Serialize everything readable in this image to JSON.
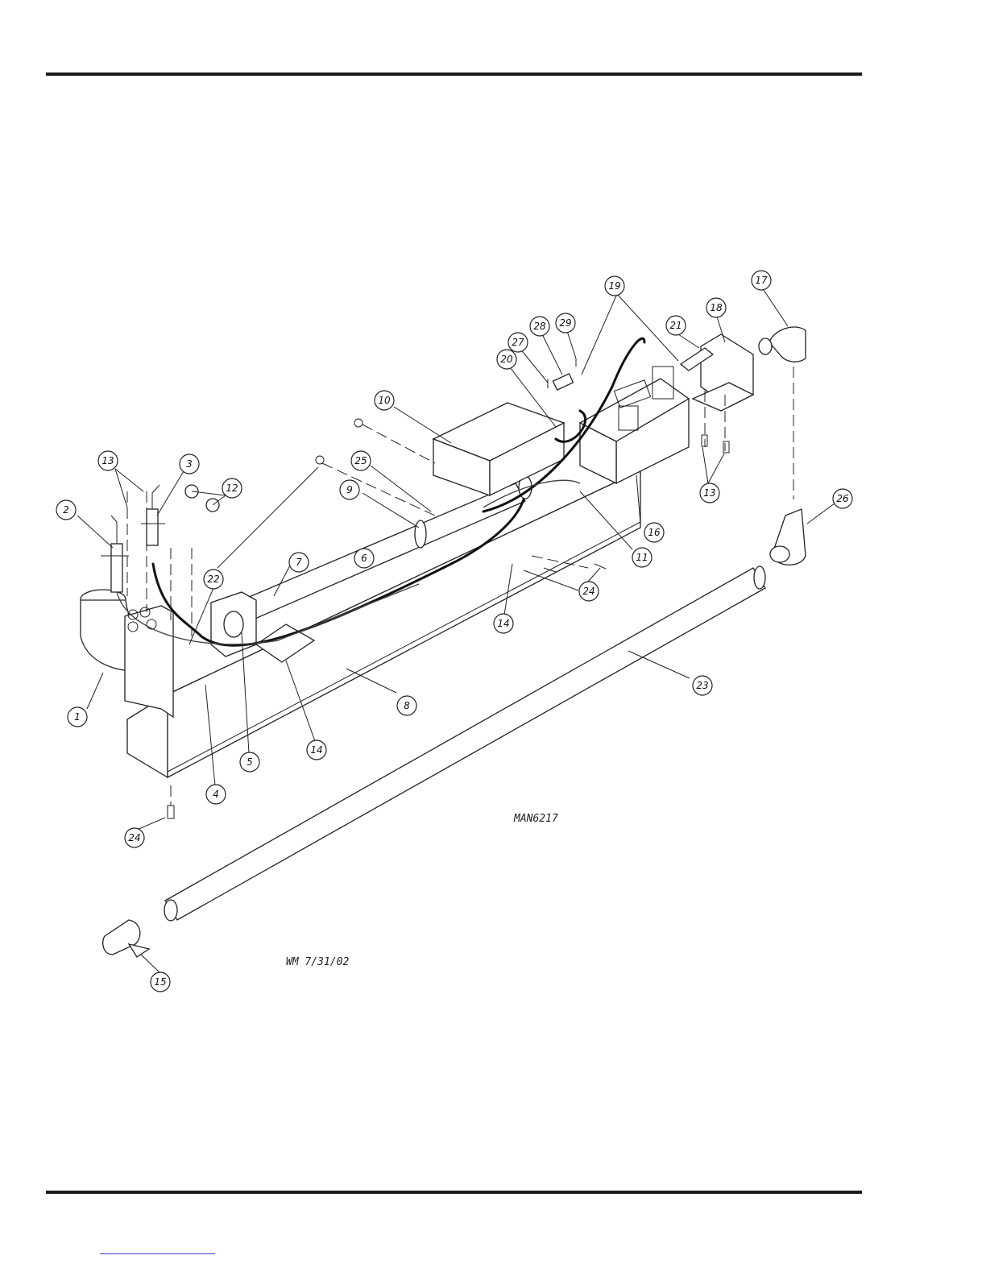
{
  "drawing_code": "MAN6217",
  "revision_note": "WM 7/31/02",
  "callouts": [
    {
      "id": "c1",
      "label": "1"
    },
    {
      "id": "c2",
      "label": "2"
    },
    {
      "id": "c3",
      "label": "3"
    },
    {
      "id": "c4",
      "label": "4"
    },
    {
      "id": "c5",
      "label": "5"
    },
    {
      "id": "c6",
      "label": "6"
    },
    {
      "id": "c7",
      "label": "7"
    },
    {
      "id": "c8",
      "label": "8"
    },
    {
      "id": "c9",
      "label": "9"
    },
    {
      "id": "c10",
      "label": "10"
    },
    {
      "id": "c11",
      "label": "11"
    },
    {
      "id": "c12",
      "label": "12"
    },
    {
      "id": "c13a",
      "label": "13"
    },
    {
      "id": "c13b",
      "label": "13"
    },
    {
      "id": "c14a",
      "label": "14"
    },
    {
      "id": "c14b",
      "label": "14"
    },
    {
      "id": "c15",
      "label": "15"
    },
    {
      "id": "c16",
      "label": "16"
    },
    {
      "id": "c17",
      "label": "17"
    },
    {
      "id": "c18",
      "label": "18"
    },
    {
      "id": "c19",
      "label": "19"
    },
    {
      "id": "c20",
      "label": "20"
    },
    {
      "id": "c21",
      "label": "21"
    },
    {
      "id": "c22",
      "label": "22"
    },
    {
      "id": "c23",
      "label": "23"
    },
    {
      "id": "c24a",
      "label": "24"
    },
    {
      "id": "c24b",
      "label": "24"
    },
    {
      "id": "c25",
      "label": "25"
    },
    {
      "id": "c26",
      "label": "26"
    },
    {
      "id": "c27",
      "label": "27"
    },
    {
      "id": "c28",
      "label": "28"
    },
    {
      "id": "c29",
      "label": "29"
    }
  ]
}
